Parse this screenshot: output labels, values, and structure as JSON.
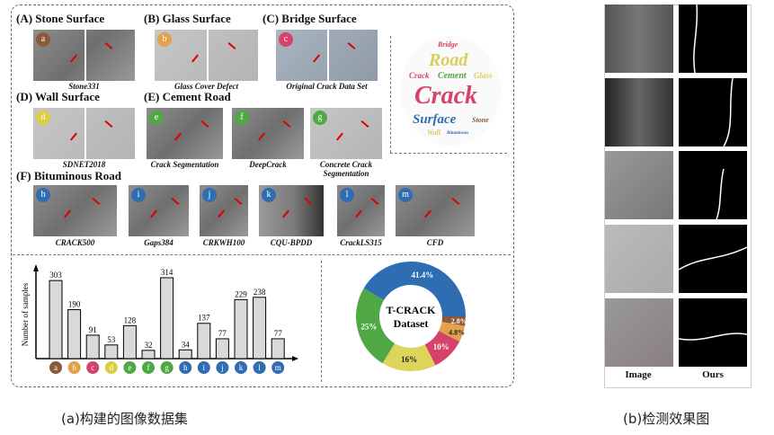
{
  "panel_a": {
    "sections": {
      "A": "(A) Stone Surface",
      "B": "(B) Glass Surface",
      "C": "(C) Bridge Surface",
      "D": "(D) Wall Surface",
      "E": "(E) Cement Road",
      "F": "(F) Bituminous Road"
    },
    "datasets": [
      {
        "badge": "a",
        "name": "Stone331",
        "color": "#8b5a3c"
      },
      {
        "badge": "b",
        "name": "Glass Cover Defect",
        "color": "#e2a24a"
      },
      {
        "badge": "c",
        "name": "Original Crack Data Set",
        "color": "#d6426a"
      },
      {
        "badge": "d",
        "name": "SDNET2018",
        "color": "#d9cf45"
      },
      {
        "badge": "e",
        "name": "Crack Segmentation",
        "color": "#4fa843"
      },
      {
        "badge": "f",
        "name": "DeepCrack",
        "color": "#4fa843"
      },
      {
        "badge": "g",
        "name": "Concrete Crack Segmentation",
        "color": "#4fa843"
      },
      {
        "badge": "h",
        "name": "CRACK500",
        "color": "#2f6db3"
      },
      {
        "badge": "i",
        "name": "Gaps384",
        "color": "#2f6db3"
      },
      {
        "badge": "j",
        "name": "CRKWH100",
        "color": "#2f6db3"
      },
      {
        "badge": "k",
        "name": "CQU-BPDD",
        "color": "#2f6db3"
      },
      {
        "badge": "l",
        "name": "CrackLS315",
        "color": "#2f6db3"
      },
      {
        "badge": "m",
        "name": "CFD",
        "color": "#2f6db3"
      }
    ],
    "wordcloud": [
      "Crack",
      "Road",
      "Surface",
      "Cement",
      "Stone",
      "Wall",
      "Glass",
      "Bridge",
      "Bituminous",
      "Crack"
    ]
  },
  "chart_data": [
    {
      "type": "bar",
      "ylabel": "Number of samples",
      "xlabel": "",
      "categories": [
        "a",
        "b",
        "c",
        "d",
        "e",
        "f",
        "g",
        "h",
        "i",
        "j",
        "k",
        "l",
        "m"
      ],
      "values": [
        303,
        190,
        91,
        53,
        128,
        32,
        314,
        34,
        137,
        77,
        229,
        238,
        77
      ],
      "value_labels": [
        "303",
        "190",
        "91",
        "53",
        "128",
        "32",
        "314",
        "34",
        "137",
        "77",
        "229",
        "238",
        "77"
      ],
      "ylim": [
        0,
        340
      ],
      "bar_color": "#d9d9d9"
    },
    {
      "type": "pie",
      "title": "T-CRACK Dataset",
      "title_lines": [
        "T-CRACK",
        "Dataset"
      ],
      "slices": [
        {
          "label": "41.4%",
          "value": 41.4,
          "color": "#2f6db3"
        },
        {
          "label": "2.8%",
          "value": 2.8,
          "color": "#8b5a3c"
        },
        {
          "label": "4.8%",
          "value": 4.8,
          "color": "#e2a24a"
        },
        {
          "label": "10%",
          "value": 10,
          "color": "#d6426a"
        },
        {
          "label": "16%",
          "value": 16,
          "color": "#ddd45a"
        },
        {
          "label": "25%",
          "value": 25,
          "color": "#4fa843"
        }
      ]
    }
  ],
  "panel_b": {
    "col_image": "Image",
    "col_ours": "Ours"
  },
  "captions": {
    "a": "(a)构建的图像数据集",
    "b": "(b)检测效果图"
  }
}
